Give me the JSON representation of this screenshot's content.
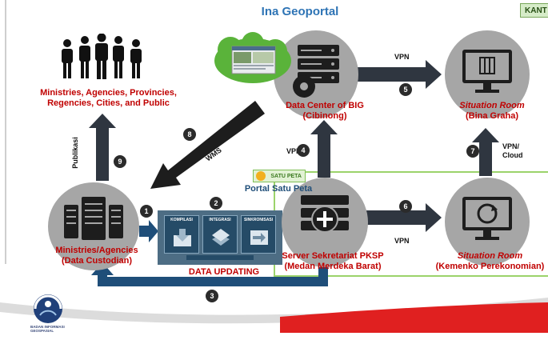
{
  "header": {
    "title": "Ina Geoportal",
    "badge": "KANT"
  },
  "nodes": {
    "public": {
      "label_line1": "Ministries, Agencies, Provincies,",
      "label_line2": "Regencies, Cities, and Public"
    },
    "big": {
      "label_line1": "Data Center of BIG",
      "label_line2": "(Cibinong)"
    },
    "situation_bina": {
      "label_line1": "Situation Room",
      "label_line2": "(Bina Graha)"
    },
    "agencies": {
      "label_line1": "Ministries/Agencies",
      "label_line2": "(Data Custodian)"
    },
    "pksp": {
      "label_line1": "Server Sekretariat PKSP",
      "label_line2": "(Medan Merdeka Barat)"
    },
    "situation_kemenko": {
      "label_line1": "Situation Room",
      "label_line2": "(Kemenko Perekonomian)"
    }
  },
  "panel": {
    "modules": [
      "KOMPILASI",
      "INTEGRASI",
      "SINKRONISASI"
    ],
    "label": "DATA UPDATING"
  },
  "portal": {
    "logo_text": "SATU PETA",
    "label": "Portal Satu Peta"
  },
  "flows": {
    "vpn_top": "VPN",
    "vpn_left": "VPN",
    "vpn_bottom": "VPN",
    "vpn_cloud_line1": "VPN/",
    "vpn_cloud_line2": "Cloud",
    "wms": "WMS",
    "publikasi": "Publikasi"
  },
  "steps": [
    "1",
    "2",
    "3",
    "4",
    "5",
    "6",
    "7",
    "8",
    "9"
  ],
  "footer": {
    "org_line1": "BADAN INFORMASI",
    "org_line2": "GEOSPASIAL"
  },
  "colors": {
    "accent_blue": "#2e74b5",
    "label_red": "#c00000",
    "arrow_dark": "#2f3640",
    "arrow_blue": "#1f4e79",
    "node_gray": "#a6a6a6",
    "frame_green": "#9bd36b"
  }
}
